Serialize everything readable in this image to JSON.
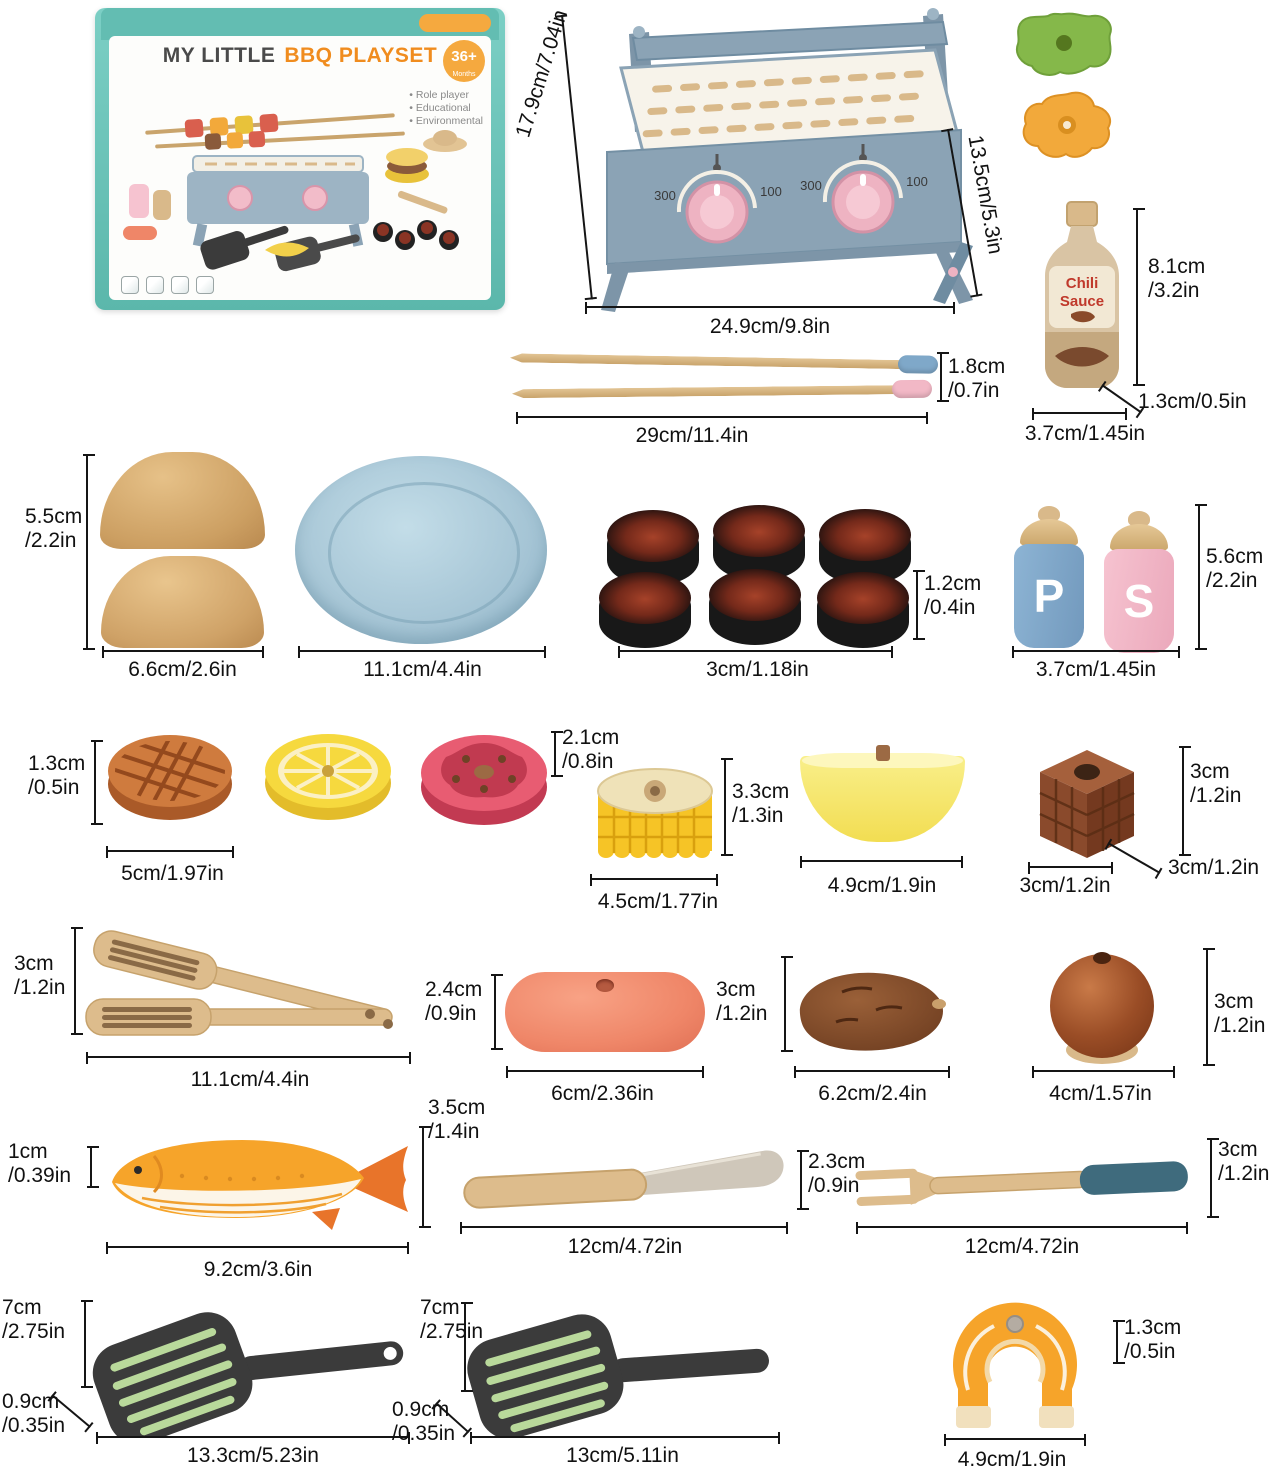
{
  "colors": {
    "box_teal": "#6ec7bd",
    "accent_orange": "#f08c1e",
    "grill_blue": "#8ba3b5",
    "knob_pink": "#eeb3c2",
    "plate_blue": "#a7c6d6",
    "wood_tan": "#d9b98a"
  },
  "box": {
    "title_primary": "MY LITTLE",
    "title_accent": "BBQ PLAYSET",
    "age_badge": "36+",
    "age_sub": "Months",
    "bullets": [
      "Role player",
      "Educational",
      "Environmental"
    ]
  },
  "grill": {
    "dial_min": "300",
    "dial_max": "100",
    "dims": {
      "height": "17.9cm/7.04in",
      "depth": "13.5cm/5.3in",
      "width": "24.9cm/9.8in"
    }
  },
  "sauce": {
    "label_line1": "Chili",
    "label_line2": "Sauce",
    "dims": {
      "height": "8.1cm\n/3.2in",
      "base": "1.3cm/0.5in",
      "width": "3.7cm/1.45in"
    }
  },
  "skewers": {
    "dims": {
      "height": "1.8cm\n/0.7in",
      "length": "29cm/11.4in"
    }
  },
  "bun": {
    "dims": {
      "height": "5.5cm\n/2.2in",
      "width": "6.6cm/2.6in"
    }
  },
  "plate": {
    "dims": {
      "width": "11.1cm/4.4in"
    }
  },
  "charcoal": {
    "dims": {
      "height": "1.2cm\n/0.4in",
      "width": "3cm/1.18in"
    }
  },
  "shakers": {
    "pepper_letter": "P",
    "salt_letter": "S",
    "dims": {
      "height": "5.6cm\n/2.2in",
      "width": "3.7cm/1.45in"
    }
  },
  "slices": {
    "dims": {
      "height": "1.3cm\n/0.5in",
      "width": "5cm/1.97in",
      "rim": "2.1cm\n/0.8in"
    }
  },
  "corn": {
    "dims": {
      "height": "3.3cm\n/1.3in",
      "width": "4.5cm/1.77in"
    }
  },
  "lemon_half": {
    "dims": {
      "width": "4.9cm/1.9in"
    }
  },
  "cube": {
    "dims": {
      "height": "3cm\n/1.2in",
      "width": "3cm/1.2in",
      "depth": "3cm/1.2in"
    }
  },
  "tongs": {
    "dims": {
      "height": "3cm\n/1.2in",
      "length": "11.1cm/4.4in"
    }
  },
  "sausage": {
    "dims": {
      "height": "2.4cm\n/0.9in",
      "length": "6cm/2.36in"
    }
  },
  "sweet_potato": {
    "dims": {
      "height": "3cm\n/1.2in",
      "length": "6.2cm/2.4in"
    }
  },
  "onion": {
    "dims": {
      "height": "3cm\n/1.2in",
      "width": "4cm/1.57in"
    }
  },
  "fish": {
    "dims": {
      "thickness": "1cm\n/0.39in",
      "height": "3.5cm\n/1.4in",
      "length": "9.2cm/3.6in"
    }
  },
  "knife": {
    "dims": {
      "length": "12cm/4.72in",
      "height": "2.3cm\n/0.9in"
    }
  },
  "fork": {
    "dims": {
      "length": "12cm/4.72in",
      "height": "3cm\n/1.2in"
    }
  },
  "pan1": {
    "dims": {
      "height": "7cm\n/2.75in",
      "thickness": "0.9cm\n/0.35in",
      "length": "13.3cm/5.23in"
    }
  },
  "pan2": {
    "dims": {
      "height": "7cm\n/2.75in",
      "thickness": "0.9cm\n/0.35in",
      "length": "13cm/5.11in"
    }
  },
  "salmon": {
    "dims": {
      "height": "1.3cm\n/0.5in",
      "width": "4.9cm/1.9in"
    }
  }
}
